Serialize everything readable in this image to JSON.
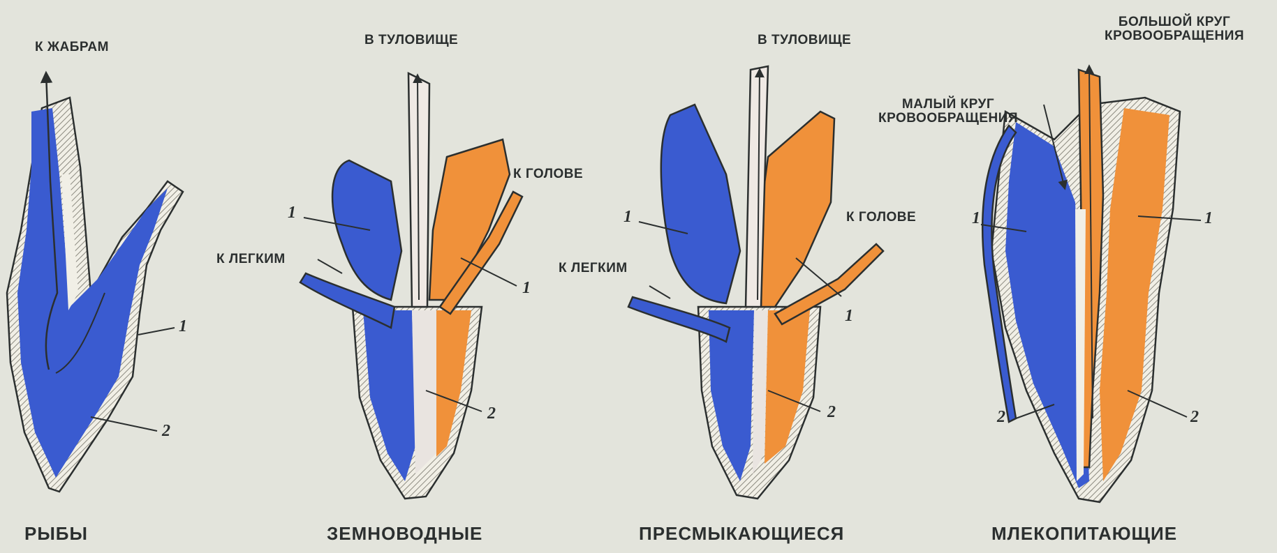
{
  "colors": {
    "background": "#e3e4dc",
    "venous_blood": "#3a5bd0",
    "arterial_blood": "#f0913a",
    "mixed_blood": "#e9e4e0",
    "wall": "#f1efe6",
    "outline": "#2b2f2f"
  },
  "panels": [
    {
      "caption": "РЫБЫ",
      "labels": {
        "top": "К ЖАБРАМ"
      },
      "numbers": {
        "atrium": "1",
        "ventricle": "2"
      }
    },
    {
      "caption": "ЗЕМНОВОДНЫЕ",
      "labels": {
        "top": "В ТУЛОВИЩЕ",
        "head": "К ГОЛОВЕ",
        "lungs": "К ЛЕГКИМ"
      },
      "numbers": {
        "atrium_left": "1",
        "atrium_right": "1",
        "ventricle": "2"
      }
    },
    {
      "caption": "ПРЕСМЫКАЮЩИЕСЯ",
      "labels": {
        "top": "В ТУЛОВИЩЕ",
        "head": "К ГОЛОВЕ",
        "lungs": "К ЛЕГКИМ"
      },
      "numbers": {
        "atrium_left": "1",
        "atrium_right": "1",
        "ventricle": "2"
      }
    },
    {
      "caption": "МЛЕКОПИТАЮЩИЕ",
      "labels": {
        "systemic": "БОЛЬШОЙ КРУГ\nКРОВООБРАЩЕНИЯ",
        "pulmonary": "МАЛЫЙ КРУГ\nКРОВООБРАЩЕНИЯ"
      },
      "numbers": {
        "atrium_left": "1",
        "atrium_right": "1",
        "ventricle_left": "2",
        "ventricle_right": "2"
      }
    }
  ]
}
